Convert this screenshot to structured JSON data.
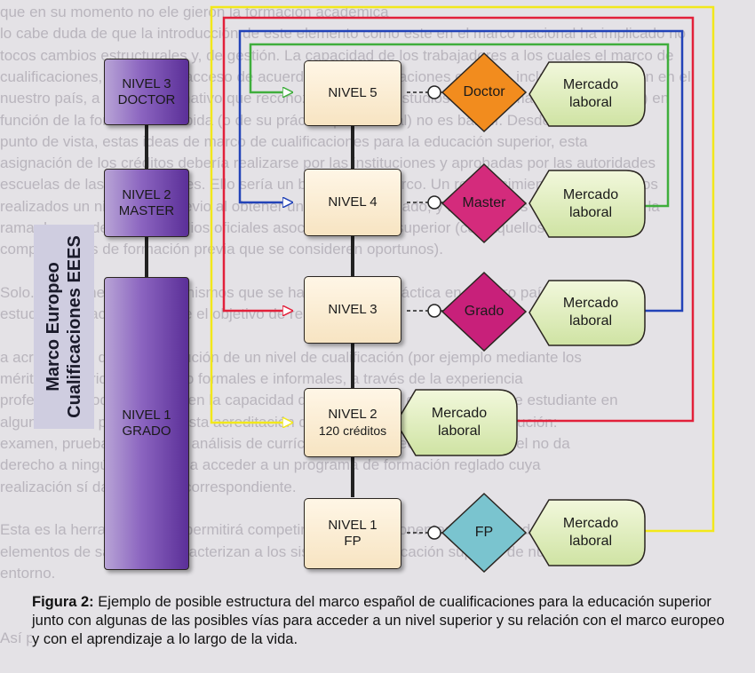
{
  "nfq_levels": [
    {
      "line1": "NIVEL 5",
      "line2": ""
    },
    {
      "line1": "NIVEL 4",
      "line2": ""
    },
    {
      "line1": "NIVEL 3",
      "line2": ""
    },
    {
      "line1": "NIVEL 2",
      "line2": "120 créditos"
    },
    {
      "line1": "NIVEL 1",
      "line2": "FP"
    }
  ],
  "eqf_levels": [
    {
      "line1": "NIVEL 3",
      "line2": "DOCTOR"
    },
    {
      "line1": "NIVEL 2",
      "line2": "MASTER"
    },
    {
      "line1": "NIVEL 1",
      "line2": "GRADO"
    }
  ],
  "vertical_title": {
    "line1": "Marco Europeo",
    "line2": "Cualificaciones EEES"
  },
  "awards": [
    {
      "label": "Doctor",
      "color": "#f28c1e"
    },
    {
      "label": "Master",
      "color": "#d42b7c"
    },
    {
      "label": "Grado",
      "color": "#c8207a"
    },
    {
      "label": "FP",
      "color": "#7ac4cf"
    }
  ],
  "market": {
    "line1": "Mercado",
    "line2": "laboral"
  },
  "path_colors": {
    "yellow": "#f2e81a",
    "red": "#e2203a",
    "blue": "#2243b8",
    "green": "#3fae3c"
  },
  "caption": {
    "label": "Figura 2:",
    "text": " Ejemplo de posible estructura del marco español de cualificaciones para la educación superior junto con algunas de las posibles vías para acceder a un nivel superior y su relación con el marco europeo y con el aprendizaje a lo largo de la vida."
  },
  "background_text": [
    "que en su momento no ele gieron la formación académica",
    "lo cabe duda de que la introducción de este elemento como este en el marco nacional ha implicado no",
    "tocos cambios estructurales y, de gestión. La capacidad de los trabajadores a los cuales el marco de",
    "cualificaciones, autorice su acceso de acuerdo a las cualificaciones en vigor, incluida la formación en el",
    "nuestro país, a un nivel formativo que reconozca el nivel a estudios (de diplomatura o doctorado) en",
    "función de la formación recibida (o de su práctica profesional) no es baladí. Desde nuestro",
    "punto de vista, estas ideas de marco de cualificaciones para la educación superior, esta",
    "asignación de los créditos debería realizarse por las instituciones y aprobadas por las autoridades",
    "escuelas de las universidades. Ello sería un buen fin del marco. Un reconocimiento de los créditos",
    "realizados un nivel como previo al obtener un nivel determinado, y los alumnos que lo soliciten y la",
    "rama de acceder a los estudios oficiales asociados al nivel superior (con aquellos",
    "complementos de formación previa que se consideren oportunos).",
    "",
    "Solo... instrumentos y mecanismos que se han puesto en práctica en nuestro país para nuestros",
    "estudiantes hace lamentable el objetivo de realizar.",
    "",
    "a acreditación de la consecución de un nivel de cualificación (por ejemplo mediante los",
    "méritos adquiridos por las no formales e informales, a través de la experiencia",
    "profesional) podría basarse en la capacidad de la institución de aceptar a este estudiante en",
    "alguno de sus programas. Esta acreditación debería ser decidida por tal institución:",
    "examen, prueba, entrevista, análisis de currículum.        La consecución de un nivel no da",
    "derecho a ningún título sino a acceder a un programa de formación reglado cuya",
    "realización sí daría el título correspondiente.",
    "",
    "Esta es la herramienta que permitirá competir con los componentes diferenciadores o los",
    "elementos de salida que caracterizan a los sistemas de educación superior de nuestro",
    "entorno.",
    "",
    "",
    "Así pues no pasa en la estrategia de potenciar el aprendizaje a lo largo de la vida, pieza"
  ]
}
